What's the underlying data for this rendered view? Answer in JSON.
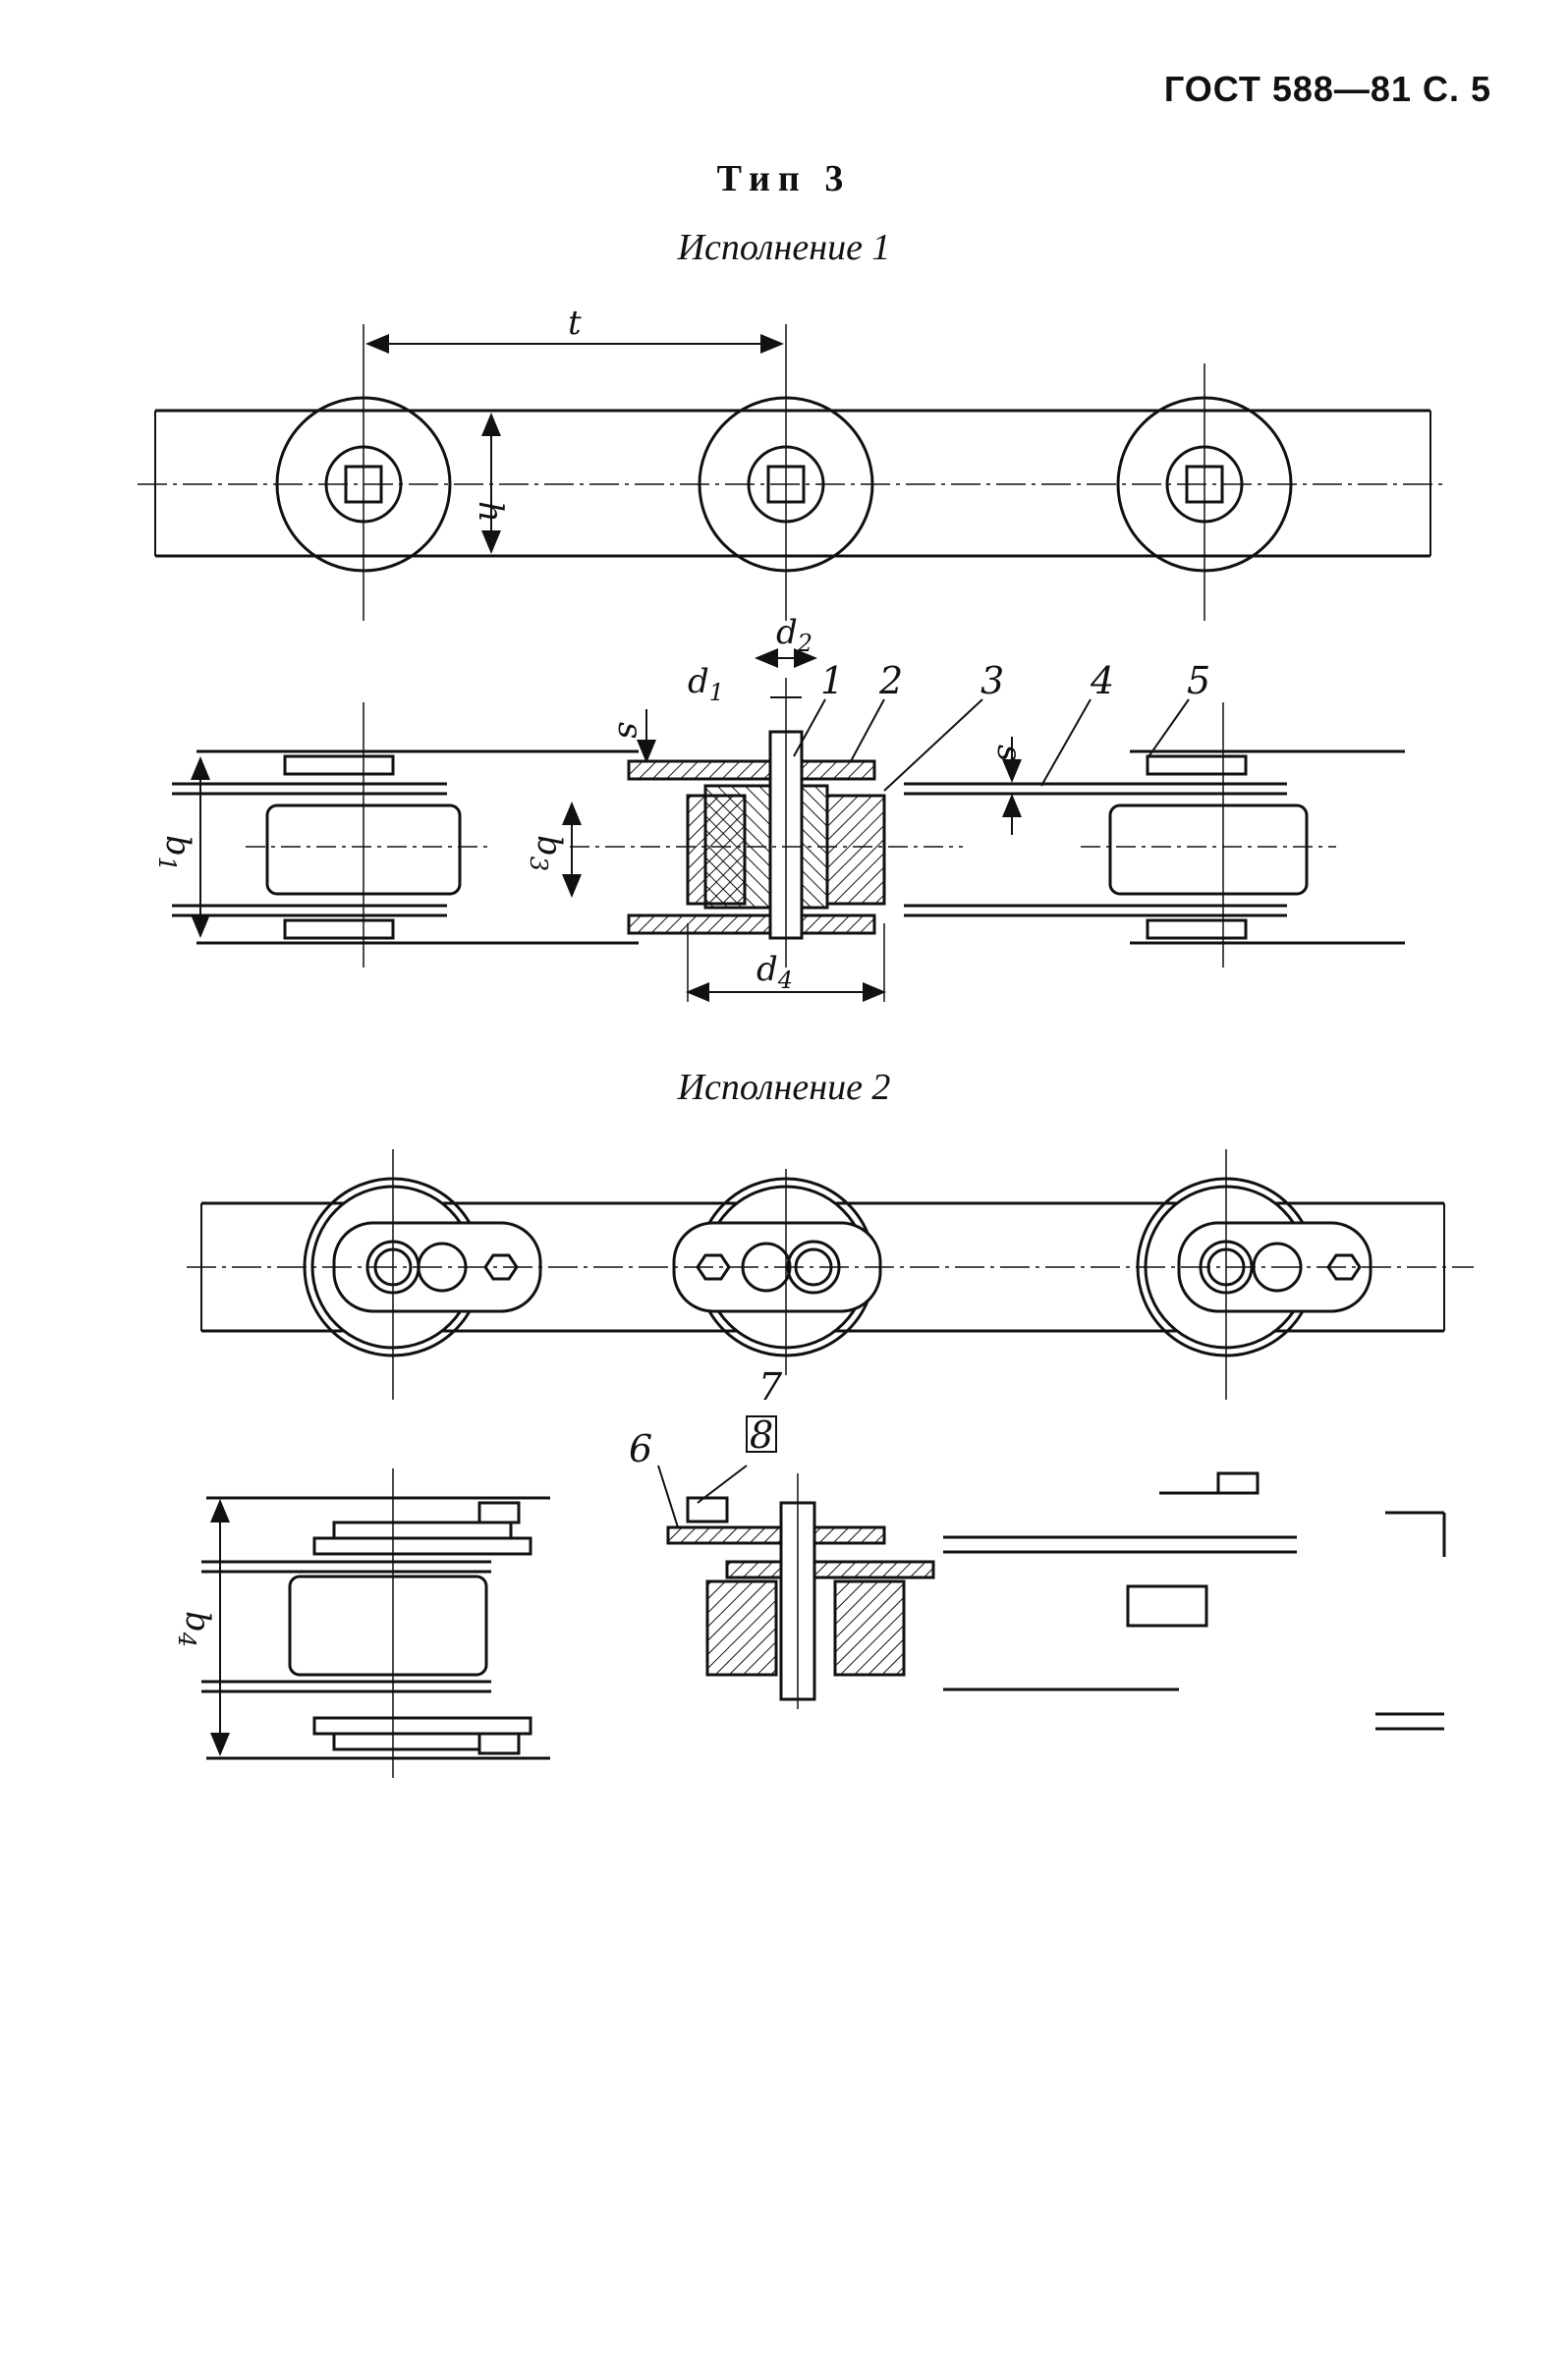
{
  "header": {
    "text": "ГОСТ 588—81 С. 5"
  },
  "type_title": "Тип 3",
  "variant1": {
    "title": "Исполнение 1",
    "labels": {
      "t": "t",
      "h": "h",
      "d2": "d",
      "d2_sub": "2",
      "d1": "d",
      "d1_sub": "1",
      "s_left": "s",
      "s_right": "s",
      "b1": "b",
      "b1_sub": "1",
      "b3": "b",
      "b3_sub": "3",
      "d4": "d",
      "d4_sub": "4"
    },
    "callouts": [
      "1",
      "2",
      "3",
      "4",
      "5"
    ]
  },
  "variant2": {
    "title": "Исполнение 2",
    "labels": {
      "b4": "b",
      "b4_sub": "4"
    },
    "callouts": [
      "6",
      "7",
      "8"
    ]
  }
}
